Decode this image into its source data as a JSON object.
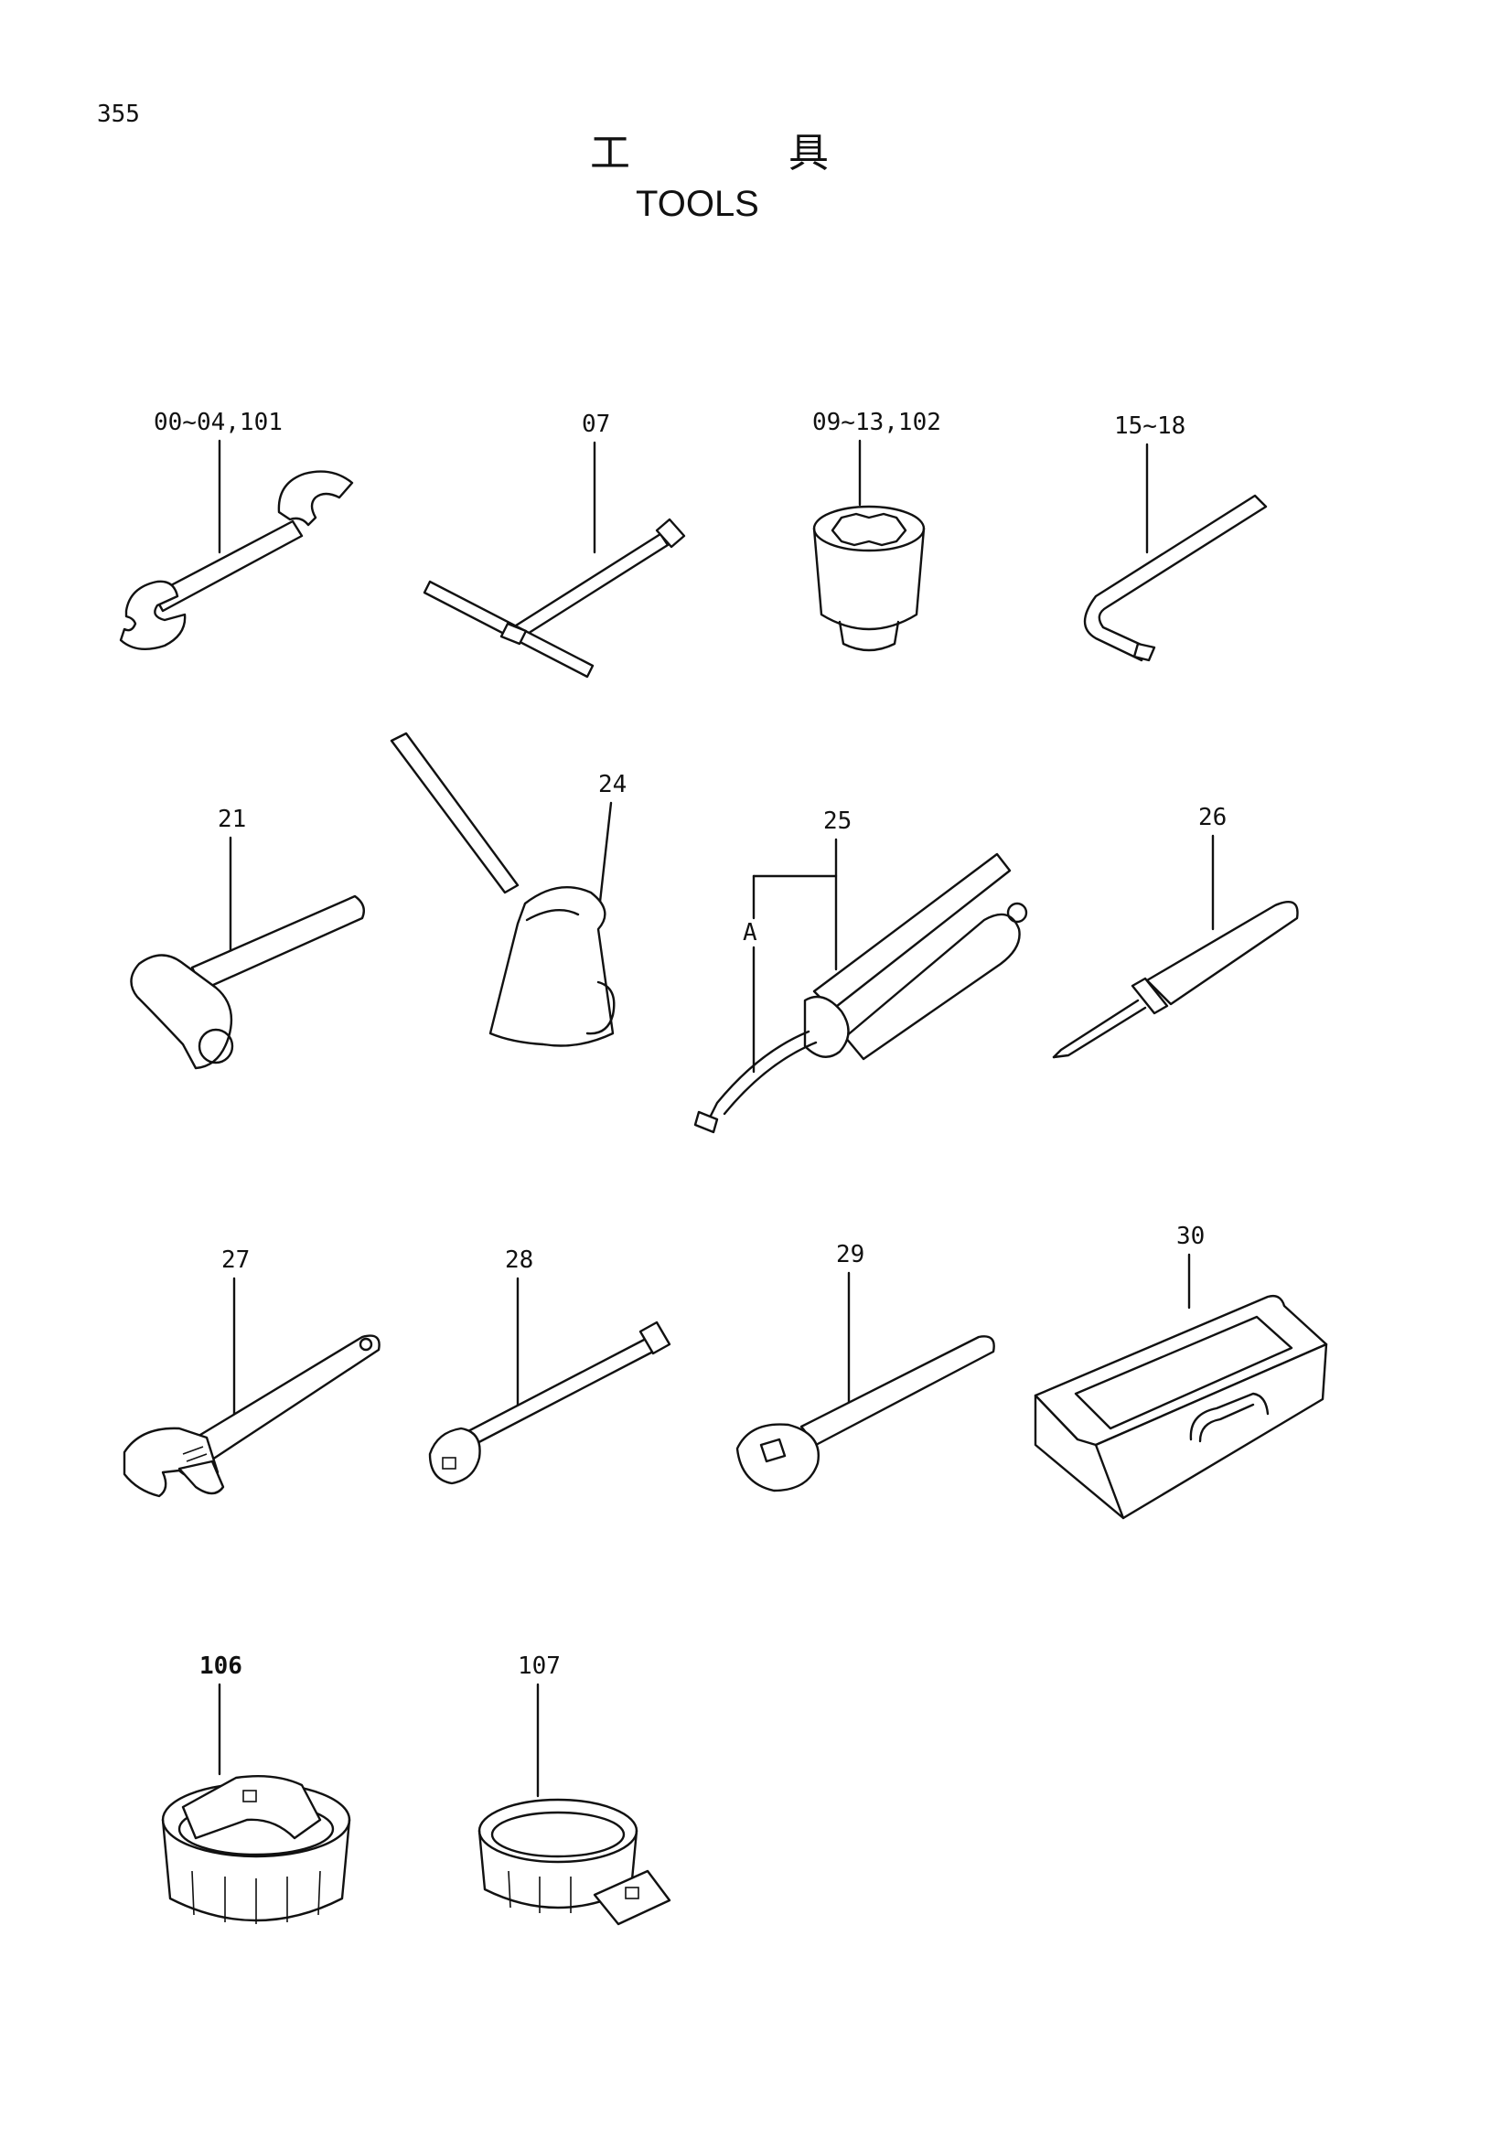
{
  "page_number": "355",
  "title": {
    "japanese_left": "工",
    "japanese_right": "具",
    "english": "TOOLS"
  },
  "callouts": {
    "spanner": "00~04,101",
    "t_wrench": "07",
    "socket": "09~13,102",
    "hex_key": "15~18",
    "hammer": "21",
    "oil_can": "24",
    "grease_gun": "25",
    "grease_gun_sub": "A",
    "screwdriver": "26",
    "adjustable_wrench": "27",
    "extension_bar": "28",
    "ratchet_handle": "29",
    "tool_box": "30",
    "filter_wrench_cap": "106",
    "filter_wrench_band": "107"
  }
}
